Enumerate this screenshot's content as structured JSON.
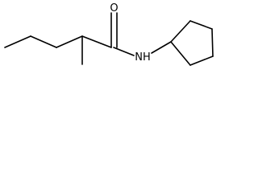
{
  "structure": {
    "atoms": [
      {
        "id": "oxygen",
        "label": "O"
      },
      {
        "id": "amide-nitrogen",
        "label": "NH"
      }
    ]
  }
}
